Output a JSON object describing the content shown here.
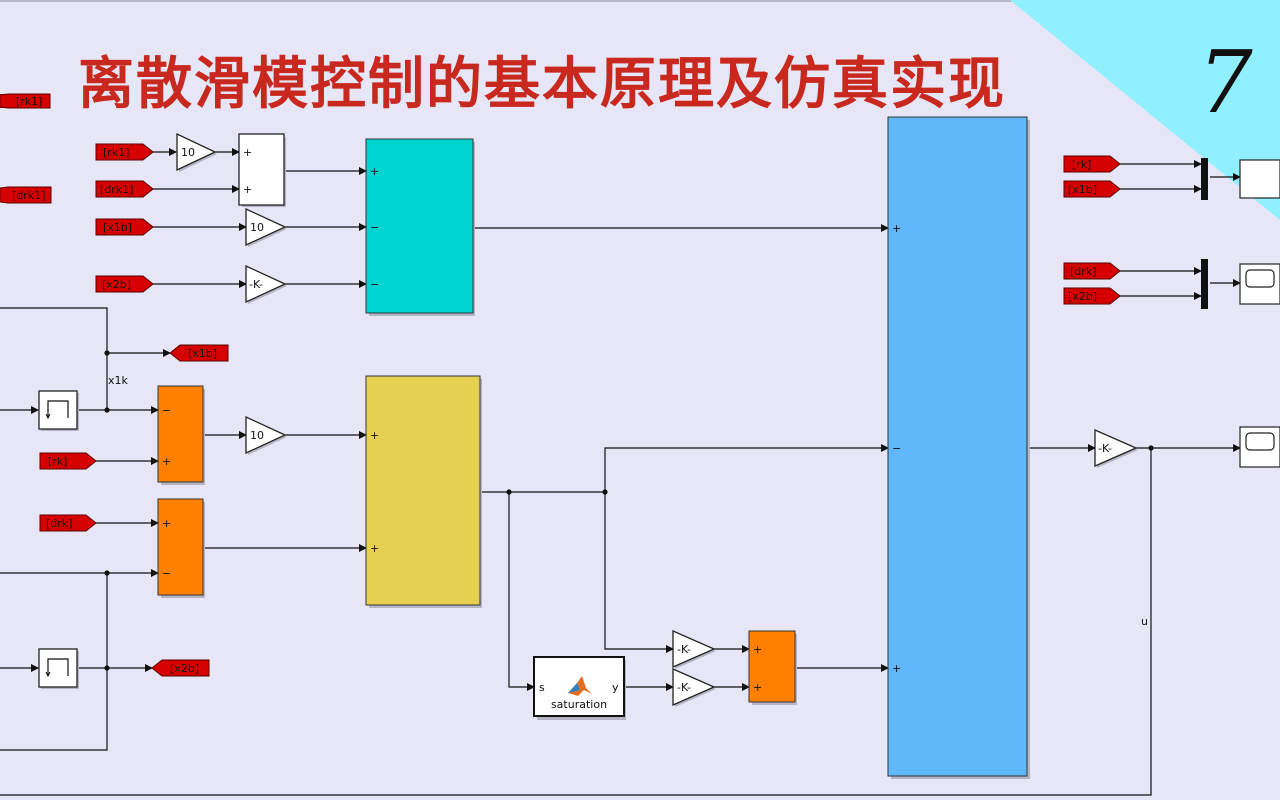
{
  "title": "离散滑模控制的基本原理及仿真实现",
  "slide_number": "7",
  "colors": {
    "background": "#e6e6f6",
    "title": "#c8281e",
    "tag": "#d60000",
    "cyan": "#00d4d0",
    "yellow": "#e6d050",
    "orange": "#ff8000",
    "blue": "#60b8fa",
    "corner": "#90f0ff"
  },
  "tags": {
    "left_rk1": "[rk1]",
    "left_drk1": "[drk1]",
    "rk1": "[rk1]",
    "drk1": "[drk1]",
    "x1b_in": "[x1b]",
    "x2b_in": "[x2b]",
    "rk": "[rk]",
    "drk": "[drk]",
    "x1b_out": "[x1b]",
    "x2b_out": "[x2b]",
    "scope_rk": "[rk]",
    "scope_x1b": "[x1b]",
    "scope_drk": "[drk]",
    "scope_x2b": "[x2b]"
  },
  "gains": {
    "g_rk1": "10",
    "g_x1b": "10",
    "g_x2b": "-K-",
    "g_err": "10",
    "g_k1": "-K-",
    "g_k2": "-K-",
    "g_out": "-K-"
  },
  "signs": {
    "plus": "+",
    "minus": "−"
  },
  "signals": {
    "x1k": "x1k",
    "u": "u"
  },
  "matlab_fcn": {
    "name": "saturation",
    "in_port": "s",
    "out_port": "y",
    "icon": "matlab-logo-icon"
  }
}
